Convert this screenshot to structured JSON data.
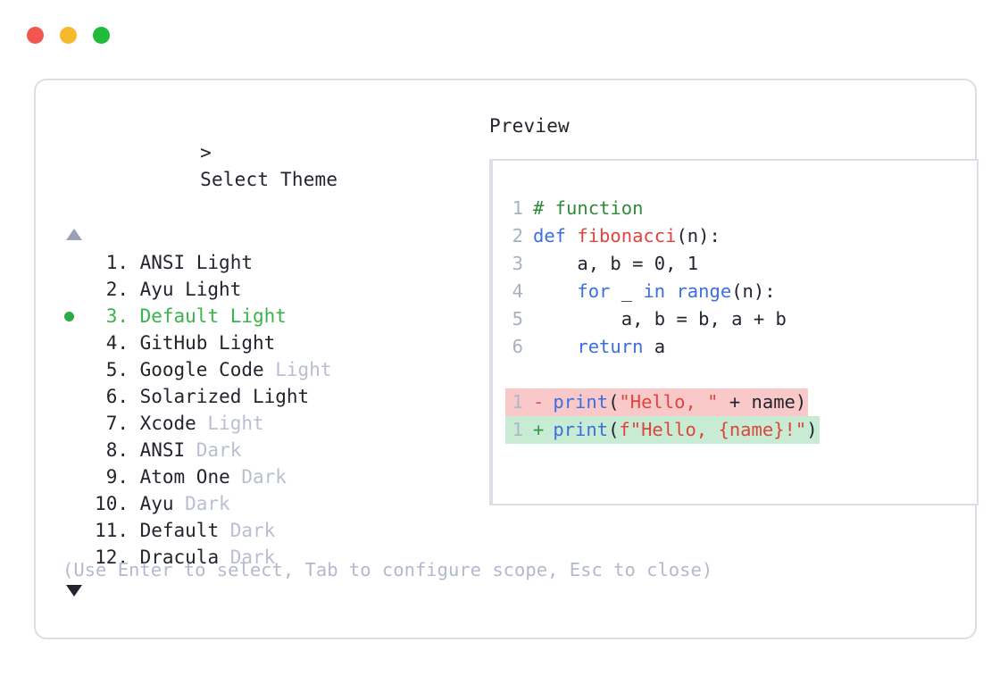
{
  "window": {
    "controls": [
      {
        "name": "close",
        "color": "#f2574f"
      },
      {
        "name": "minimize",
        "color": "#f6b92c"
      },
      {
        "name": "maximize",
        "color": "#21bb3a"
      }
    ]
  },
  "prompt": {
    "caret": ">",
    "title": "Select Theme"
  },
  "preview": {
    "label": "Preview"
  },
  "scroll": {
    "up": "▲",
    "down": "▼"
  },
  "list": {
    "selected_index": 3,
    "items": [
      {
        "index": "1.",
        "name": "ANSI",
        "variant": "Light",
        "variant_muted": false,
        "selected": false
      },
      {
        "index": "2.",
        "name": "Ayu",
        "variant": "Light",
        "variant_muted": false,
        "selected": false
      },
      {
        "index": "3.",
        "name": "Default",
        "variant": "Light",
        "variant_muted": false,
        "selected": true
      },
      {
        "index": "4.",
        "name": "GitHub",
        "variant": "Light",
        "variant_muted": false,
        "selected": false
      },
      {
        "index": "5.",
        "name": "Google Code",
        "variant": "Light",
        "variant_muted": true,
        "selected": false
      },
      {
        "index": "6.",
        "name": "Solarized",
        "variant": "Light",
        "variant_muted": false,
        "selected": false
      },
      {
        "index": "7.",
        "name": "Xcode",
        "variant": "Light",
        "variant_muted": true,
        "selected": false
      },
      {
        "index": "8.",
        "name": "ANSI",
        "variant": "Dark",
        "variant_muted": true,
        "selected": false
      },
      {
        "index": "9.",
        "name": "Atom One",
        "variant": "Dark",
        "variant_muted": true,
        "selected": false
      },
      {
        "index": "10.",
        "name": "Ayu",
        "variant": "Dark",
        "variant_muted": true,
        "selected": false
      },
      {
        "index": "11.",
        "name": "Default",
        "variant": "Dark",
        "variant_muted": true,
        "selected": false
      },
      {
        "index": "12.",
        "name": "Dracula",
        "variant": "Dark",
        "variant_muted": true,
        "selected": false
      }
    ]
  },
  "code": {
    "lines": [
      {
        "num": "1",
        "tokens": [
          {
            "t": "# function",
            "c": "tok-comment"
          }
        ]
      },
      {
        "num": "2",
        "tokens": [
          {
            "t": "def ",
            "c": "tok-kw"
          },
          {
            "t": "fibonacci",
            "c": "tok-fn"
          },
          {
            "t": "(n):",
            "c": "tok-plain"
          }
        ]
      },
      {
        "num": "3",
        "tokens": [
          {
            "t": "    a, b = 0, 1",
            "c": "tok-plain"
          }
        ]
      },
      {
        "num": "4",
        "tokens": [
          {
            "t": "    ",
            "c": "tok-plain"
          },
          {
            "t": "for",
            "c": "tok-kw"
          },
          {
            "t": " _ ",
            "c": "tok-plain"
          },
          {
            "t": "in range",
            "c": "tok-kw"
          },
          {
            "t": "(n):",
            "c": "tok-plain"
          }
        ]
      },
      {
        "num": "5",
        "tokens": [
          {
            "t": "        a, b = b, a + b",
            "c": "tok-plain"
          }
        ]
      },
      {
        "num": "6",
        "tokens": [
          {
            "t": "    ",
            "c": "tok-plain"
          },
          {
            "t": "return",
            "c": "tok-kw"
          },
          {
            "t": " a",
            "c": "tok-plain"
          }
        ]
      }
    ]
  },
  "diff": {
    "removed": {
      "num": "1",
      "sign": "-",
      "tokens": [
        {
          "t": "print",
          "c": "tok-kw"
        },
        {
          "t": "(",
          "c": "tok-plain"
        },
        {
          "t": "\"Hello, \"",
          "c": "tok-str"
        },
        {
          "t": " + name)",
          "c": "tok-plain"
        }
      ]
    },
    "added": {
      "num": "1",
      "sign": "+",
      "tokens": [
        {
          "t": "print",
          "c": "tok-kw"
        },
        {
          "t": "(",
          "c": "tok-plain"
        },
        {
          "t": "f\"Hello, {name}!\"",
          "c": "tok-str"
        },
        {
          "t": ")",
          "c": "tok-plain"
        }
      ]
    }
  },
  "footer": {
    "hint": "(Use Enter to select, Tab to configure scope, Esc to close)"
  },
  "colors": {
    "selected_green": "#38b44a",
    "muted_text": "#b9bfd0",
    "border": "#dcdee8",
    "diff_removed_bg": "#f9c9ca",
    "diff_added_bg": "#c7ecd3"
  }
}
